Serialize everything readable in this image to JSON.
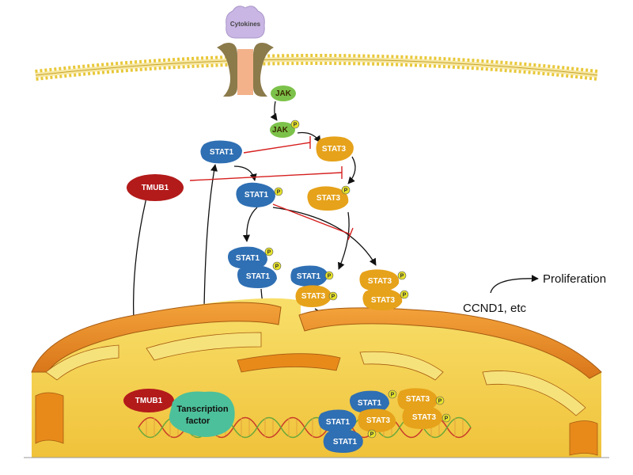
{
  "labels": {
    "cytokines": "Cytokines",
    "jak": "JAK",
    "jak_p": "JAK",
    "stat1": "STAT1",
    "stat3": "STAT3",
    "tmub1": "TMUB1",
    "tf_line1": "Tanscription",
    "tf_line2": "factor",
    "ccnd1": "CCND1, etc",
    "proliferation": "Proliferation",
    "phospho": "P"
  },
  "colors": {
    "stat1": "#2f6fb3",
    "stat3": "#e6a21a",
    "tmub1": "#b31a1a",
    "jak": "#7cc24a",
    "transcription_factor": "#4cc09a",
    "inhibition": "#d61f1f",
    "membrane_head": "#e8c83a",
    "receptor": "#8b7a4a",
    "cytokine": "#c9b6e4",
    "nucleus_outer": "#e8941a",
    "nucleus_fill": "#f5d24a"
  }
}
